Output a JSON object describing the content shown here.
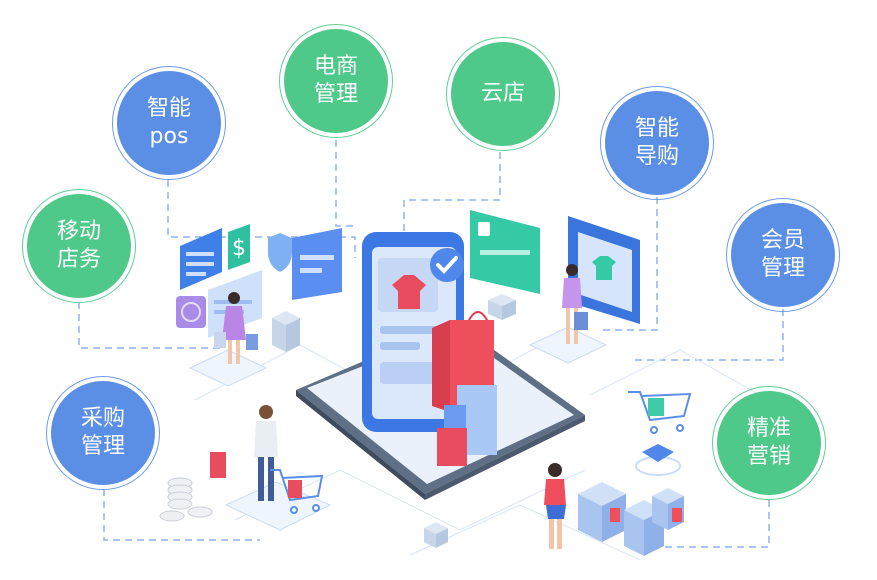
{
  "diagram": {
    "nodes": [
      {
        "id": "smart-pos",
        "lines": [
          "智能",
          "pos"
        ],
        "color": "blue"
      },
      {
        "id": "ecommerce-management",
        "lines": [
          "电商",
          "管理"
        ],
        "color": "green"
      },
      {
        "id": "cloud-store",
        "lines": [
          "云店"
        ],
        "color": "green"
      },
      {
        "id": "smart-shopping-guide",
        "lines": [
          "智能",
          "导购"
        ],
        "color": "blue"
      },
      {
        "id": "mobile-store",
        "lines": [
          "移动",
          "店务"
        ],
        "color": "green"
      },
      {
        "id": "member-management",
        "lines": [
          "会员",
          "管理"
        ],
        "color": "blue"
      },
      {
        "id": "procurement-management",
        "lines": [
          "采购",
          "管理"
        ],
        "color": "blue"
      },
      {
        "id": "precision-marketing",
        "lines": [
          "精准",
          "营销"
        ],
        "color": "green"
      }
    ]
  },
  "colors": {
    "blue": "#5b8fe6",
    "green": "#4ec98a",
    "connector": "#8fb3ee",
    "platform": "#eef5fd"
  },
  "icons": [
    "smartphone-icon",
    "tablet-icon",
    "shopping-bag-icon",
    "shopping-cart-icon",
    "credit-card-icon",
    "dollar-icon",
    "shield-icon",
    "check-icon",
    "tshirt-icon",
    "gift-box-icon",
    "coin-stack-icon",
    "shopper-figure-icon"
  ]
}
